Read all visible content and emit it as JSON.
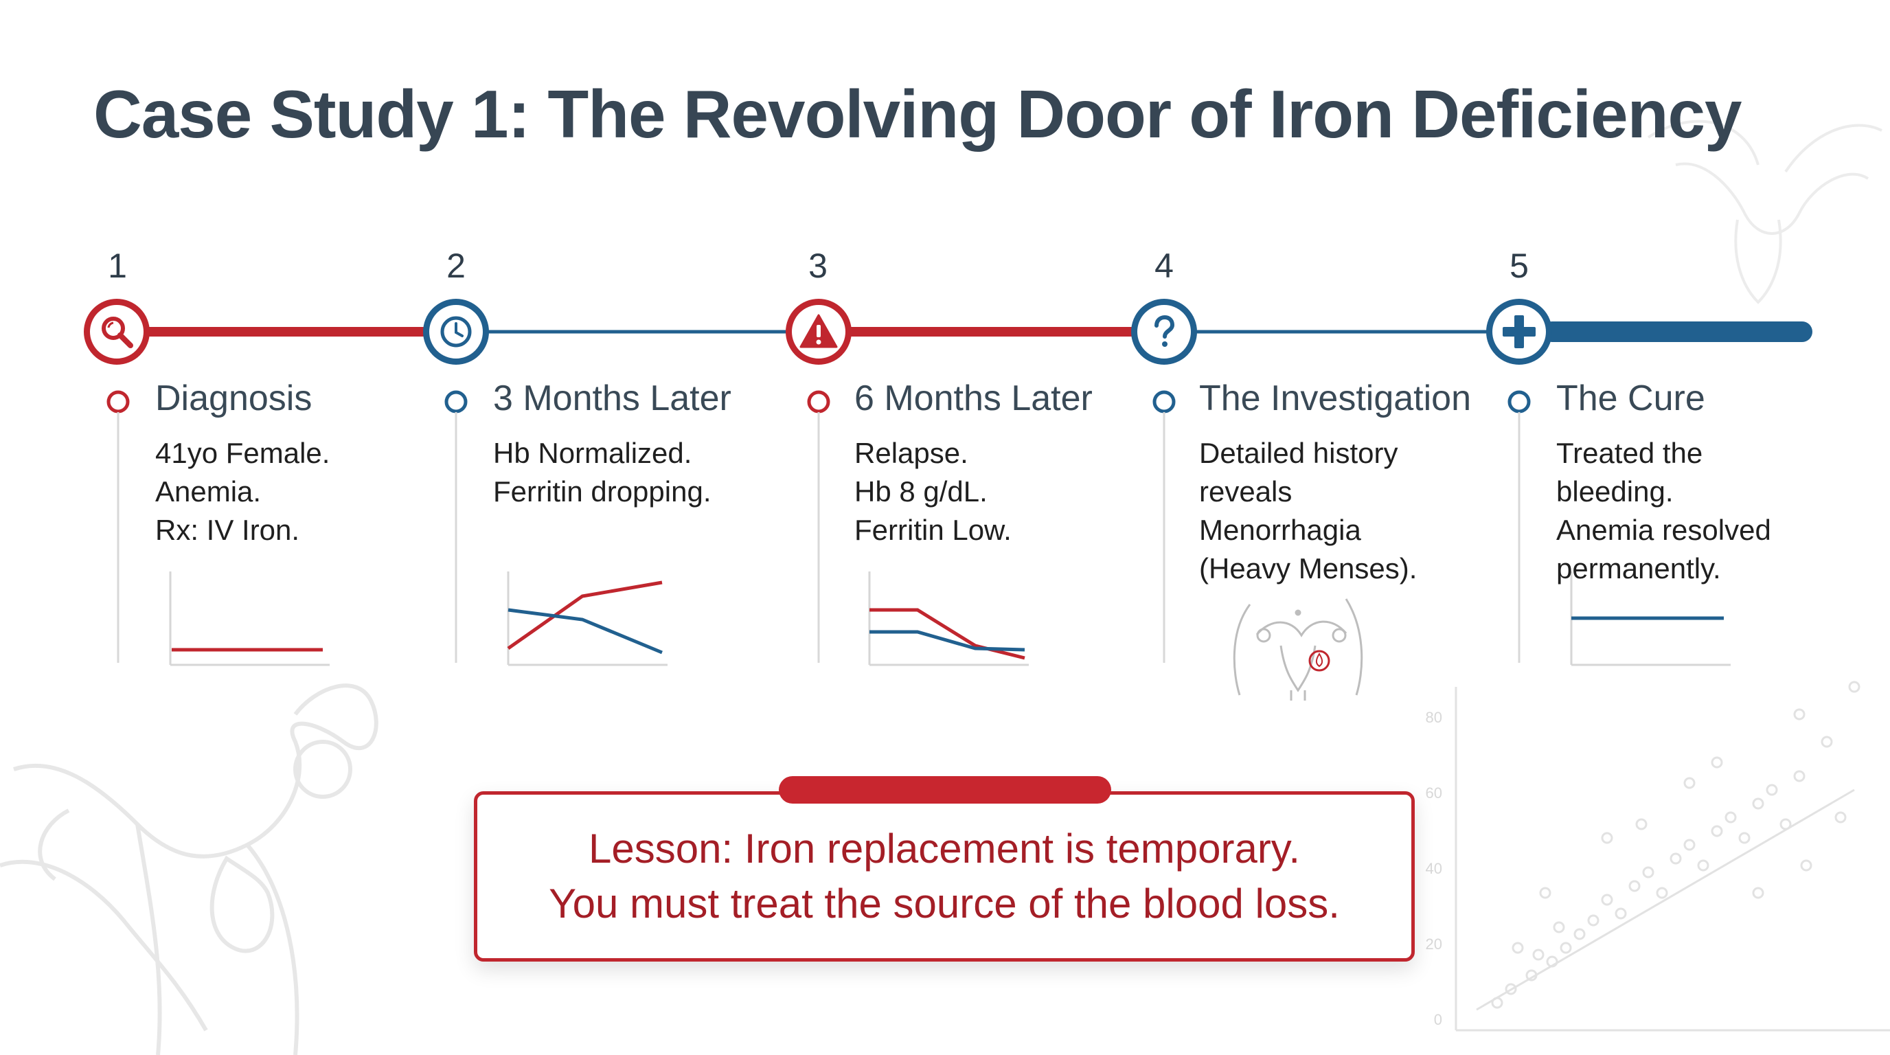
{
  "title": "Case Study 1: The Revolving Door of Iron Deficiency",
  "colors": {
    "red": "#c0262e",
    "blue": "#21608f",
    "grey_line": "#d6d6d6",
    "title": "#374654"
  },
  "steps": [
    {
      "number": "1",
      "icon": "magnifier-icon",
      "color": "red",
      "title": "Diagnosis",
      "lines": [
        "41yo Female.",
        "Anemia.",
        "Rx: IV Iron."
      ]
    },
    {
      "number": "2",
      "icon": "clock-icon",
      "color": "blue",
      "title": "3 Months Later",
      "lines": [
        "Hb Normalized.",
        "Ferritin dropping."
      ]
    },
    {
      "number": "3",
      "icon": "warning-icon",
      "color": "red",
      "title": "6 Months Later",
      "lines": [
        "Relapse.",
        "Hb 8 g/dL.",
        "Ferritin Low."
      ]
    },
    {
      "number": "4",
      "icon": "question-icon",
      "color": "blue",
      "title": "The Investigation",
      "lines": [
        "Detailed history",
        "reveals",
        "Menorrhagia",
        "(Heavy Menses)."
      ]
    },
    {
      "number": "5",
      "icon": "plus-icon",
      "color": "blue",
      "title": "The Cure",
      "lines": [
        "Treated the",
        "bleeding.",
        "Anemia resolved",
        "permanently."
      ]
    }
  ],
  "lesson": {
    "line1": "Lesson: Iron replacement is temporary.",
    "line2": "You must treat the source of the blood loss."
  },
  "background_axis_ticks": [
    "80",
    "60",
    "40",
    "20",
    "0"
  ]
}
